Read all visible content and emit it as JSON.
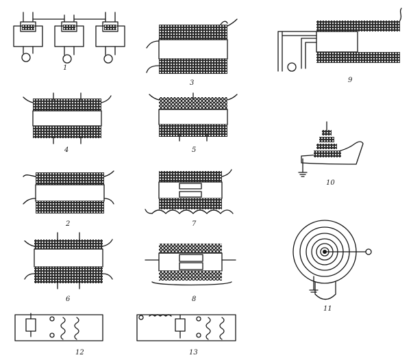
{
  "figures": [
    {
      "id": "fig-1",
      "label": "1"
    },
    {
      "id": "fig-2",
      "label": "2"
    },
    {
      "id": "fig-3",
      "label": "3"
    },
    {
      "id": "fig-4",
      "label": "4"
    },
    {
      "id": "fig-5",
      "label": "5"
    },
    {
      "id": "fig-6",
      "label": "6"
    },
    {
      "id": "fig-7",
      "label": "7"
    },
    {
      "id": "fig-8",
      "label": "8"
    },
    {
      "id": "fig-9",
      "label": "9"
    },
    {
      "id": "fig-10",
      "label": "10"
    },
    {
      "id": "fig-11",
      "label": "11"
    },
    {
      "id": "fig-12",
      "label": "12"
    },
    {
      "id": "fig-13",
      "label": "13"
    }
  ],
  "colors": {
    "ink": "#141414",
    "paper": "#ffffff"
  }
}
